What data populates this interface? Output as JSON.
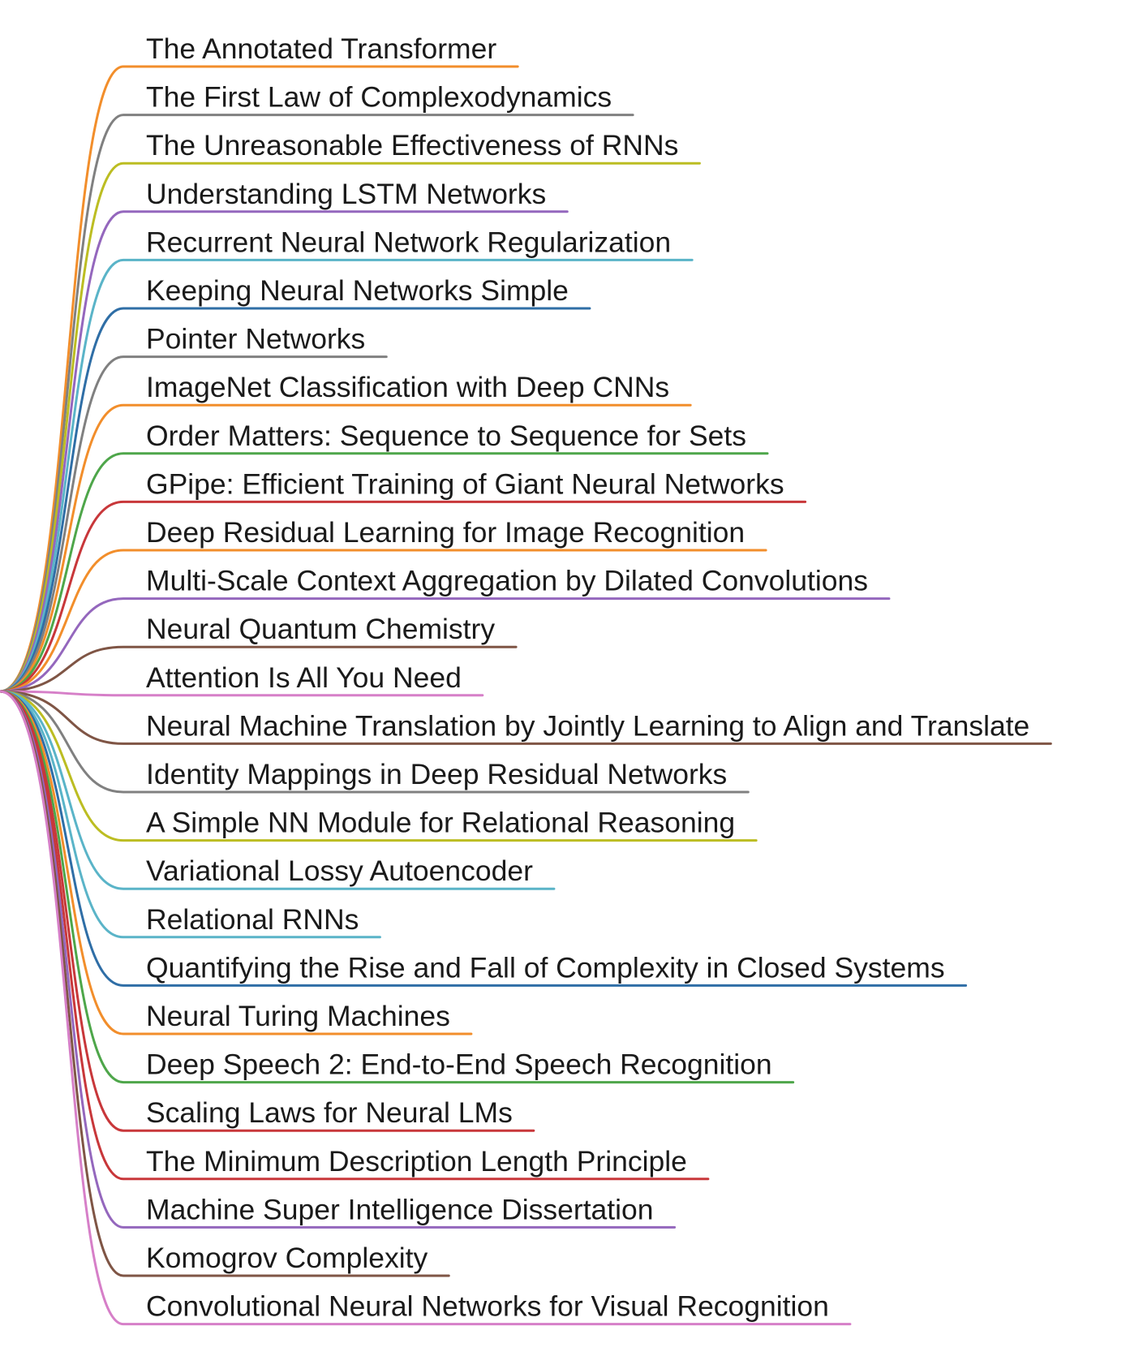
{
  "mindmap": {
    "branches": [
      {
        "label": "The Annotated Transformer",
        "color": "#f28e2b"
      },
      {
        "label": "The First Law of Complexodynamics",
        "color": "#808080"
      },
      {
        "label": "The Unreasonable Effectiveness of RNNs",
        "color": "#bcbd22"
      },
      {
        "label": "Understanding LSTM Networks",
        "color": "#9467bd"
      },
      {
        "label": "Recurrent Neural Network Regularization",
        "color": "#5ab4c8"
      },
      {
        "label": "Keeping Neural Networks Simple",
        "color": "#2f6ea6"
      },
      {
        "label": "Pointer Networks",
        "color": "#808080"
      },
      {
        "label": "ImageNet Classification with Deep CNNs",
        "color": "#f28e2b"
      },
      {
        "label": "Order Matters: Sequence to Sequence for Sets",
        "color": "#4ea64a"
      },
      {
        "label": "GPipe: Efficient Training of Giant Neural Networks",
        "color": "#c8373a"
      },
      {
        "label": "Deep Residual Learning for Image Recognition",
        "color": "#f28e2b"
      },
      {
        "label": "Multi-Scale Context Aggregation by Dilated Convolutions",
        "color": "#9467bd"
      },
      {
        "label": "Neural Quantum Chemistry",
        "color": "#7f5545"
      },
      {
        "label": "Attention Is All You Need",
        "color": "#d67fc8"
      },
      {
        "label": "Neural Machine Translation by Jointly Learning to Align and Translate",
        "color": "#7f5545"
      },
      {
        "label": "Identity Mappings in Deep Residual Networks",
        "color": "#808080"
      },
      {
        "label": "A Simple NN Module for Relational Reasoning",
        "color": "#bcbd22"
      },
      {
        "label": "Variational Lossy Autoencoder",
        "color": "#5ab4c8"
      },
      {
        "label": "Relational RNNs",
        "color": "#5ab4c8"
      },
      {
        "label": "Quantifying the Rise and Fall of Complexity in Closed Systems",
        "color": "#2f6ea6"
      },
      {
        "label": "Neural Turing Machines",
        "color": "#f28e2b"
      },
      {
        "label": "Deep Speech 2: End-to-End Speech Recognition",
        "color": "#4ea64a"
      },
      {
        "label": "Scaling Laws for Neural LMs",
        "color": "#c8373a"
      },
      {
        "label": "The Minimum Description Length Principle",
        "color": "#c8373a"
      },
      {
        "label": "Machine Super Intelligence Dissertation",
        "color": "#9467bd"
      },
      {
        "label": "Komogrov Complexity",
        "color": "#7f5545"
      },
      {
        "label": "Convolutional Neural Networks for Visual Recognition",
        "color": "#d67fc8"
      }
    ]
  }
}
